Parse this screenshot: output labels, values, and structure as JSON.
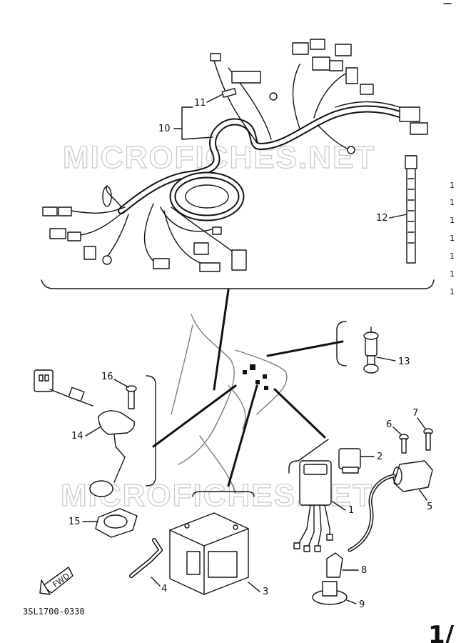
{
  "watermarks": [
    "MICROFICHES.NET",
    "MICROFICHES.NET"
  ],
  "callouts": {
    "c1": "1",
    "c2": "2",
    "c3": "3",
    "c4": "4",
    "c5": "5",
    "c6": "6",
    "c7": "7",
    "c8": "8",
    "c9": "9",
    "c10": "10",
    "c11": "11",
    "c12": "12",
    "c13": "13",
    "c14": "14",
    "c15": "15",
    "c16": "16"
  },
  "side_marks": [
    "1",
    "1",
    "1",
    "1",
    "1",
    "1",
    "1"
  ],
  "direction_label": "FWD",
  "part_code": "3SL1700-0330",
  "corner_mark": "1/"
}
